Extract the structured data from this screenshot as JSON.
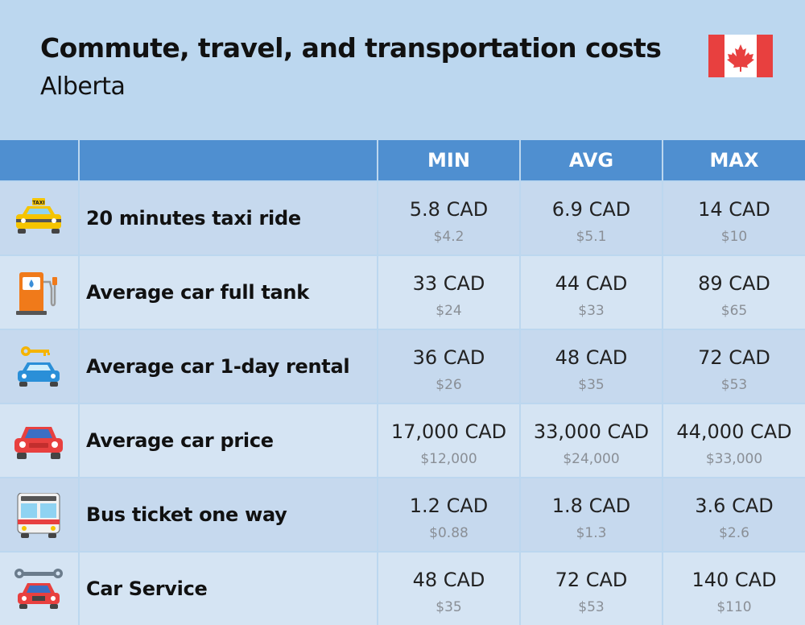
{
  "header": {
    "title": "Commute, travel, and transportation costs",
    "subtitle": "Alberta",
    "flag_icon": "canada-flag-icon"
  },
  "columns": [
    "MIN",
    "AVG",
    "MAX"
  ],
  "rows": [
    {
      "label": "20 minutes taxi ride",
      "icon": "taxi-icon",
      "min": "5.8 CAD",
      "min_usd": "$4.2",
      "avg": "6.9 CAD",
      "avg_usd": "$5.1",
      "max": "14 CAD",
      "max_usd": "$10"
    },
    {
      "label": "Average car full tank",
      "icon": "fuel-pump-icon",
      "min": "33 CAD",
      "min_usd": "$24",
      "avg": "44 CAD",
      "avg_usd": "$33",
      "max": "89 CAD",
      "max_usd": "$65"
    },
    {
      "label": "Average car 1-day rental",
      "icon": "car-rental-key-icon",
      "min": "36 CAD",
      "min_usd": "$26",
      "avg": "48 CAD",
      "avg_usd": "$35",
      "max": "72 CAD",
      "max_usd": "$53"
    },
    {
      "label": "Average car price",
      "icon": "red-car-icon",
      "min": "17,000 CAD",
      "min_usd": "$12,000",
      "avg": "33,000 CAD",
      "avg_usd": "$24,000",
      "max": "44,000 CAD",
      "max_usd": "$33,000"
    },
    {
      "label": "Bus ticket one way",
      "icon": "bus-icon",
      "min": "1.2 CAD",
      "min_usd": "$0.88",
      "avg": "1.8 CAD",
      "avg_usd": "$1.3",
      "max": "3.6 CAD",
      "max_usd": "$2.6"
    },
    {
      "label": "Car Service",
      "icon": "car-service-wrench-icon",
      "min": "48 CAD",
      "min_usd": "$35",
      "avg": "72 CAD",
      "avg_usd": "$53",
      "max": "140 CAD",
      "max_usd": "$110"
    }
  ],
  "colors": {
    "background": "#bcd7ef",
    "header_row": "#4f8fd0",
    "row_odd": "#c6d9ee",
    "row_even": "#d5e4f3",
    "usd_text": "#8a8f96",
    "flag_red": "#e8403f"
  }
}
